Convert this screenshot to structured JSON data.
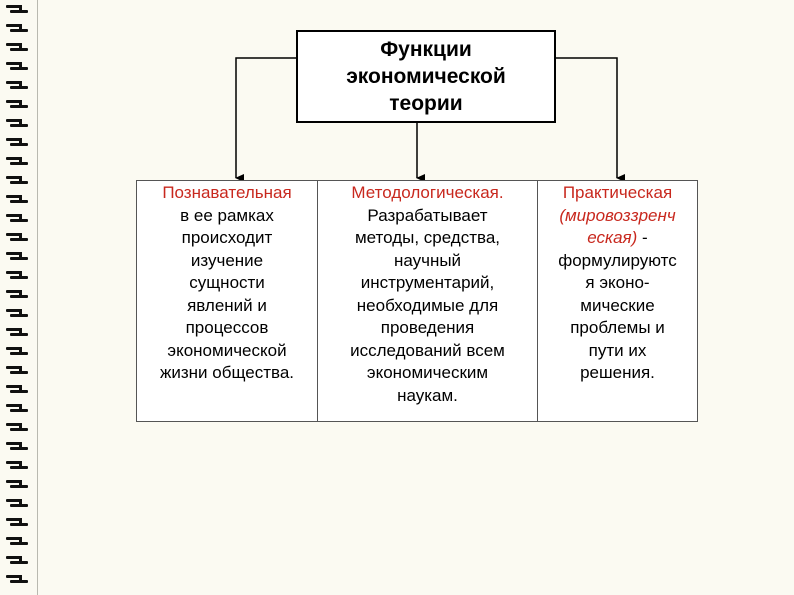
{
  "title_lines": [
    "Функции",
    "экономической",
    "теории"
  ],
  "columns": [
    {
      "lines": [
        {
          "text": "Познавательная",
          "accent": true
        },
        {
          "text": "в ее рамках"
        },
        {
          "text": "происходит"
        },
        {
          "text": "изучение"
        },
        {
          "text": "сущности"
        },
        {
          "text": "явлений и"
        },
        {
          "text": "процессов"
        },
        {
          "text": "экономической"
        },
        {
          "text": "жизни  общества."
        }
      ]
    },
    {
      "lines": [
        {
          "text": "Методологическая.",
          "accent": true
        },
        {
          "text": "Разрабатывает"
        },
        {
          "text": "методы, средства,"
        },
        {
          "text": "научный"
        },
        {
          "text": "инструментарий,"
        },
        {
          "text": "необходимые для"
        },
        {
          "text": "проведения"
        },
        {
          "text": "исследований всем"
        },
        {
          "text": "экономическим"
        },
        {
          "text": "наукам."
        }
      ]
    },
    {
      "lines": [
        {
          "text": "Практическая",
          "accent": true
        },
        {
          "text": "(мировоззренч",
          "accent": true,
          "italic": true
        },
        {
          "parts": [
            {
              "text": "еская)",
              "accent": true,
              "italic": true
            },
            {
              "text": " -"
            }
          ]
        },
        {
          "text": "формулируютс"
        },
        {
          "text": "я эконо-"
        },
        {
          "text": "мические"
        },
        {
          "text": "проблемы и"
        },
        {
          "text": "пути их"
        },
        {
          "text": "решения."
        }
      ]
    }
  ],
  "colors": {
    "accent": "#c8281e",
    "text": "#000000",
    "page": "#fbfaf2"
  }
}
